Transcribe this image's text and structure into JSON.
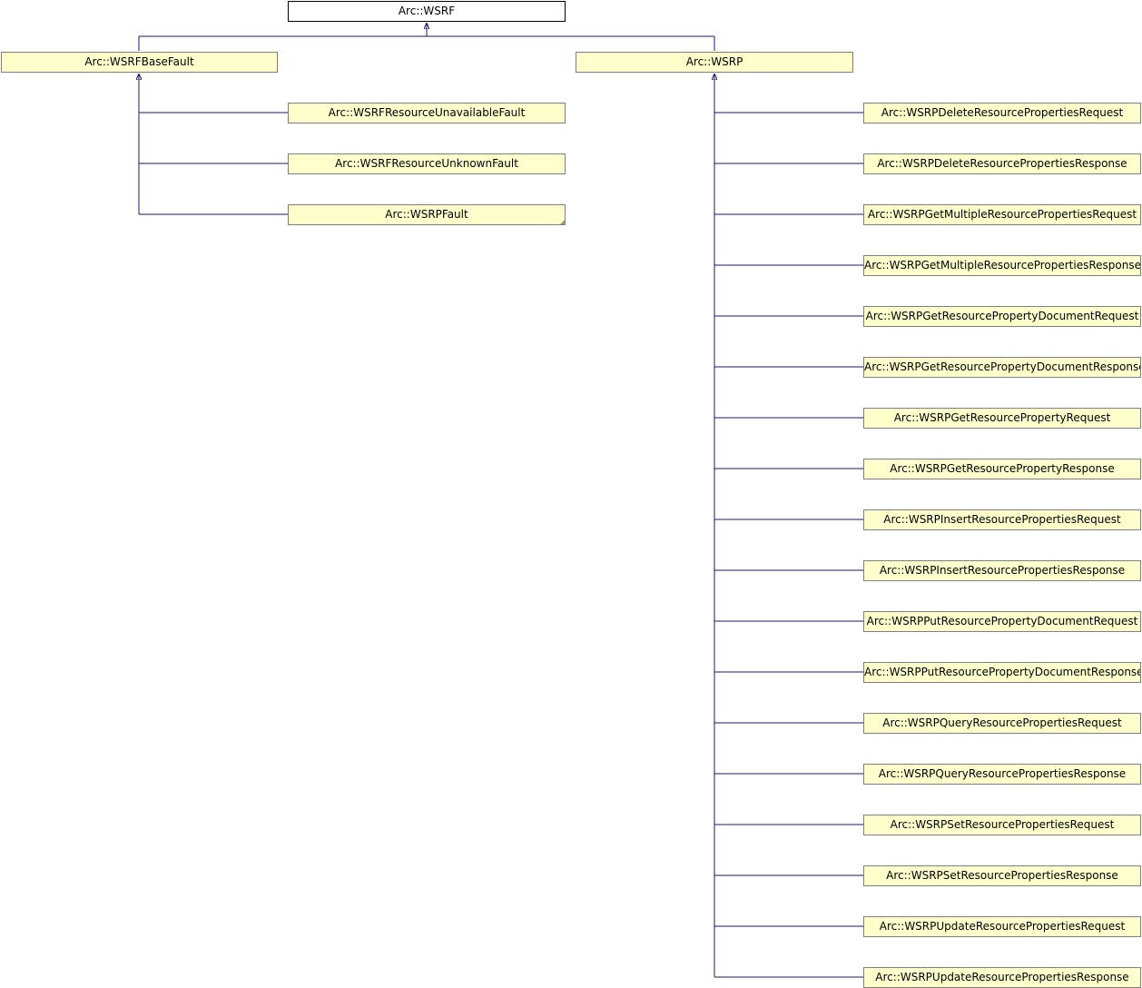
{
  "diagram": {
    "colors": {
      "node_fill": "#ffffcc",
      "root_fill": "#ffffff",
      "node_border": "#7f7f7f",
      "edge": "#191970"
    },
    "root": "Arc::WSRF",
    "level1": {
      "basefault": "Arc::WSRFBaseFault",
      "wsrp": "Arc::WSRP"
    },
    "fault_children": [
      "Arc::WSRFResourceUnavailableFault",
      "Arc::WSRFResourceUnknownFault",
      "Arc::WSRPFault"
    ],
    "wsrp_children": [
      "Arc::WSRPDeleteResourcePropertiesRequest",
      "Arc::WSRPDeleteResourcePropertiesResponse",
      "Arc::WSRPGetMultipleResourcePropertiesRequest",
      "Arc::WSRPGetMultipleResourcePropertiesResponse",
      "Arc::WSRPGetResourcePropertyDocumentRequest",
      "Arc::WSRPGetResourcePropertyDocumentResponse",
      "Arc::WSRPGetResourcePropertyRequest",
      "Arc::WSRPGetResourcePropertyResponse",
      "Arc::WSRPInsertResourcePropertiesRequest",
      "Arc::WSRPInsertResourcePropertiesResponse",
      "Arc::WSRPPutResourcePropertyDocumentRequest",
      "Arc::WSRPPutResourcePropertyDocumentResponse",
      "Arc::WSRPQueryResourcePropertiesRequest",
      "Arc::WSRPQueryResourcePropertiesResponse",
      "Arc::WSRPSetResourcePropertiesRequest",
      "Arc::WSRPSetResourcePropertiesResponse",
      "Arc::WSRPUpdateResourcePropertiesRequest",
      "Arc::WSRPUpdateResourcePropertiesResponse"
    ]
  }
}
